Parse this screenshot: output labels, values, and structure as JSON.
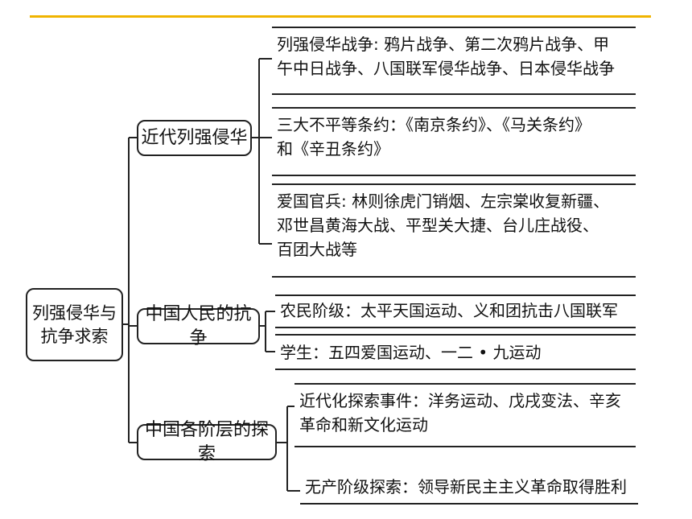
{
  "root": {
    "lines": [
      "列强侵华与",
      "抗争求索"
    ]
  },
  "branches": [
    {
      "label": "近代列强侵华",
      "leaves": [
        {
          "lines": [
            "列强侵华战争: 鸦片战争、第二次鸦片战争、甲",
            "午中日战争、八国联军侵华战争、日本侵华战争"
          ]
        },
        {
          "lines": [
            "三大不平等条约：《南京条约》、《马关条约》",
            "和《辛丑条约》"
          ]
        },
        {
          "lines": [
            "爱国官兵: 林则徐虎门销烟、左宗棠收复新疆、",
            "邓世昌黄海大战、平型关大捷、台儿庄战役、",
            "百团大战等"
          ]
        }
      ]
    },
    {
      "label": "中国人民的抗争",
      "leaves": [
        {
          "lines": [
            "农民阶级：太平天国运动、义和团抗击八国联军"
          ]
        },
        {
          "lines": [
            "学生：五四爱国运动、一二 • 九运动"
          ]
        }
      ]
    },
    {
      "label": "中国各阶层的探索",
      "leaves": [
        {
          "lines": [
            "近代化探索事件：洋务运动、戊戌变法、辛亥",
            "革命和新文化运动"
          ]
        },
        {
          "lines": [
            "无产阶级探索：领导新民主主义革命取得胜利"
          ]
        }
      ]
    }
  ],
  "colors": {
    "accent_line": "#f0b400",
    "stroke": "#222222"
  }
}
